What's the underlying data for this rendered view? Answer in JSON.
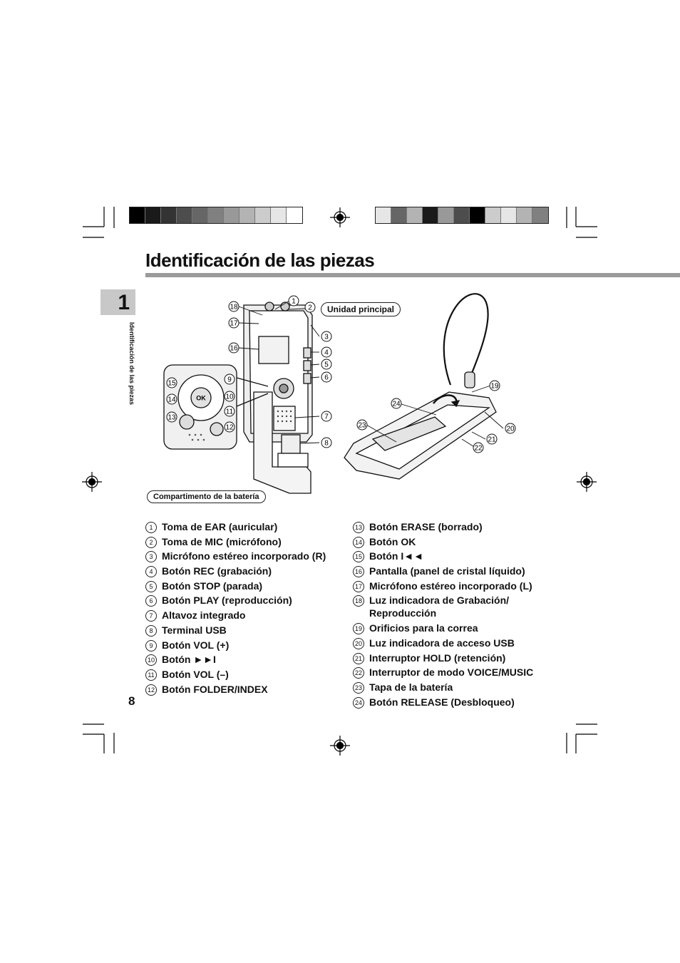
{
  "page": {
    "title": "Identificación de las piezas",
    "chapter_number": "1",
    "side_label": "Identificación de las piezas",
    "page_number": "8"
  },
  "figure": {
    "callout_main": "Unidad principal",
    "callout_battery": "Compartimento de la batería",
    "labels": [
      "1",
      "2",
      "3",
      "4",
      "5",
      "6",
      "7",
      "8",
      "9",
      "10",
      "11",
      "12",
      "13",
      "14",
      "15",
      "16",
      "17",
      "18",
      "19",
      "20",
      "21",
      "22",
      "23",
      "24"
    ],
    "ok_label": "OK"
  },
  "parts_left": [
    {
      "n": "1",
      "label": "Toma de EAR (auricular)"
    },
    {
      "n": "2",
      "label": "Toma de MIC (micrófono)"
    },
    {
      "n": "3",
      "label": "Micrófono estéreo incorporado (R)"
    },
    {
      "n": "4",
      "label": "Botón REC (grabación)"
    },
    {
      "n": "5",
      "label": "Botón STOP (parada)"
    },
    {
      "n": "6",
      "label": "Botón PLAY (reproducción)"
    },
    {
      "n": "7",
      "label": "Altavoz integrado"
    },
    {
      "n": "8",
      "label": "Terminal USB"
    },
    {
      "n": "9",
      "label": "Botón  VOL (+)"
    },
    {
      "n": "10",
      "label": "Botón ►►I"
    },
    {
      "n": "11",
      "label": "Botón VOL (–)"
    },
    {
      "n": "12",
      "label": "Botón FOLDER/INDEX"
    }
  ],
  "parts_right": [
    {
      "n": "13",
      "label": "Botón ERASE (borrado)"
    },
    {
      "n": "14",
      "label": "Botón OK"
    },
    {
      "n": "15",
      "label": "Botón I◄◄"
    },
    {
      "n": "16",
      "label": "Pantalla (panel de cristal líquido)"
    },
    {
      "n": "17",
      "label": "Micrófono estéreo incorporado (L)"
    },
    {
      "n": "18",
      "label": "Luz indicadora de Grabación/ Reproducción"
    },
    {
      "n": "19",
      "label": "Orificios para la correa"
    },
    {
      "n": "20",
      "label": "Luz indicadora de acceso USB"
    },
    {
      "n": "21",
      "label": "Interruptor HOLD (retención)"
    },
    {
      "n": "22",
      "label": "Interruptor de modo VOICE/MUSIC"
    },
    {
      "n": "23",
      "label": "Tapa de la batería"
    },
    {
      "n": "24",
      "label": "Botón RELEASE (Desbloqueo)"
    }
  ],
  "color_bar_left": [
    "#000000",
    "#1a1a1a",
    "#333333",
    "#4d4d4d",
    "#666666",
    "#808080",
    "#999999",
    "#b3b3b3",
    "#cccccc",
    "#e6e6e6",
    "#ffffff"
  ],
  "color_bar_right": [
    "#e6e6e6",
    "#666666",
    "#b3b3b3",
    "#1a1a1a",
    "#999999",
    "#4d4d4d",
    "#000000",
    "#cccccc",
    "#e6e6e6",
    "#b3b3b3",
    "#808080"
  ]
}
